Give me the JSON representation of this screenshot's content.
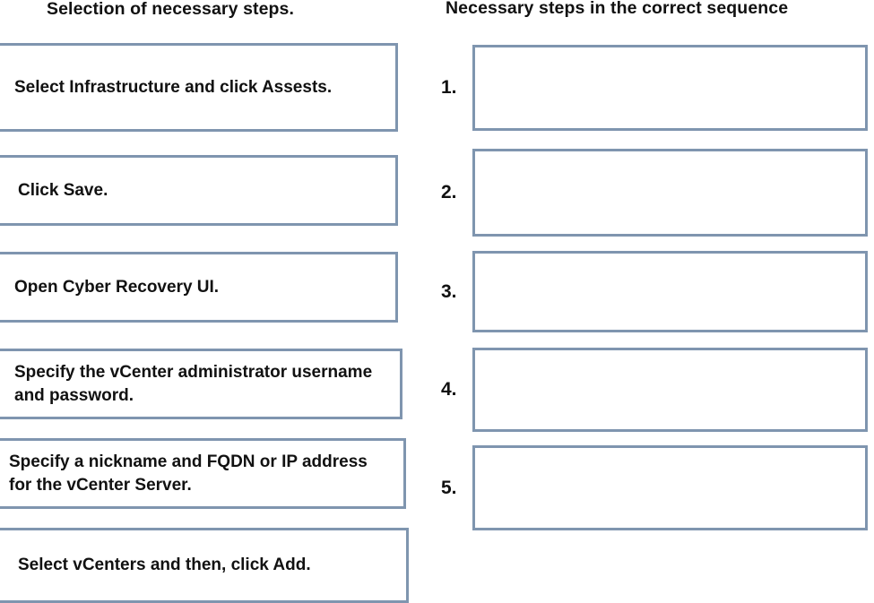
{
  "headings": {
    "left": "Selection of necessary steps.",
    "right": "Necessary steps in the correct sequence"
  },
  "options": [
    {
      "id": "option-1",
      "text": "Select Infrastructure and click Assests."
    },
    {
      "id": "option-2",
      "text": "Click Save."
    },
    {
      "id": "option-3",
      "text": "Open Cyber Recovery UI."
    },
    {
      "id": "option-4",
      "text": "Specify the vCenter administrator username and password."
    },
    {
      "id": "option-5",
      "text": "Specify a nickname and FQDN or IP address for the vCenter Server."
    },
    {
      "id": "option-6",
      "text": "Select vCenters and then, click Add."
    }
  ],
  "slots": [
    {
      "number": "1.",
      "content": ""
    },
    {
      "number": "2.",
      "content": ""
    },
    {
      "number": "3.",
      "content": ""
    },
    {
      "number": "4.",
      "content": ""
    },
    {
      "number": "5.",
      "content": ""
    }
  ],
  "colors": {
    "box_border": "#7f95af",
    "box_fill": "#ffffff",
    "text": "#111111",
    "page_background": "#ffffff"
  }
}
